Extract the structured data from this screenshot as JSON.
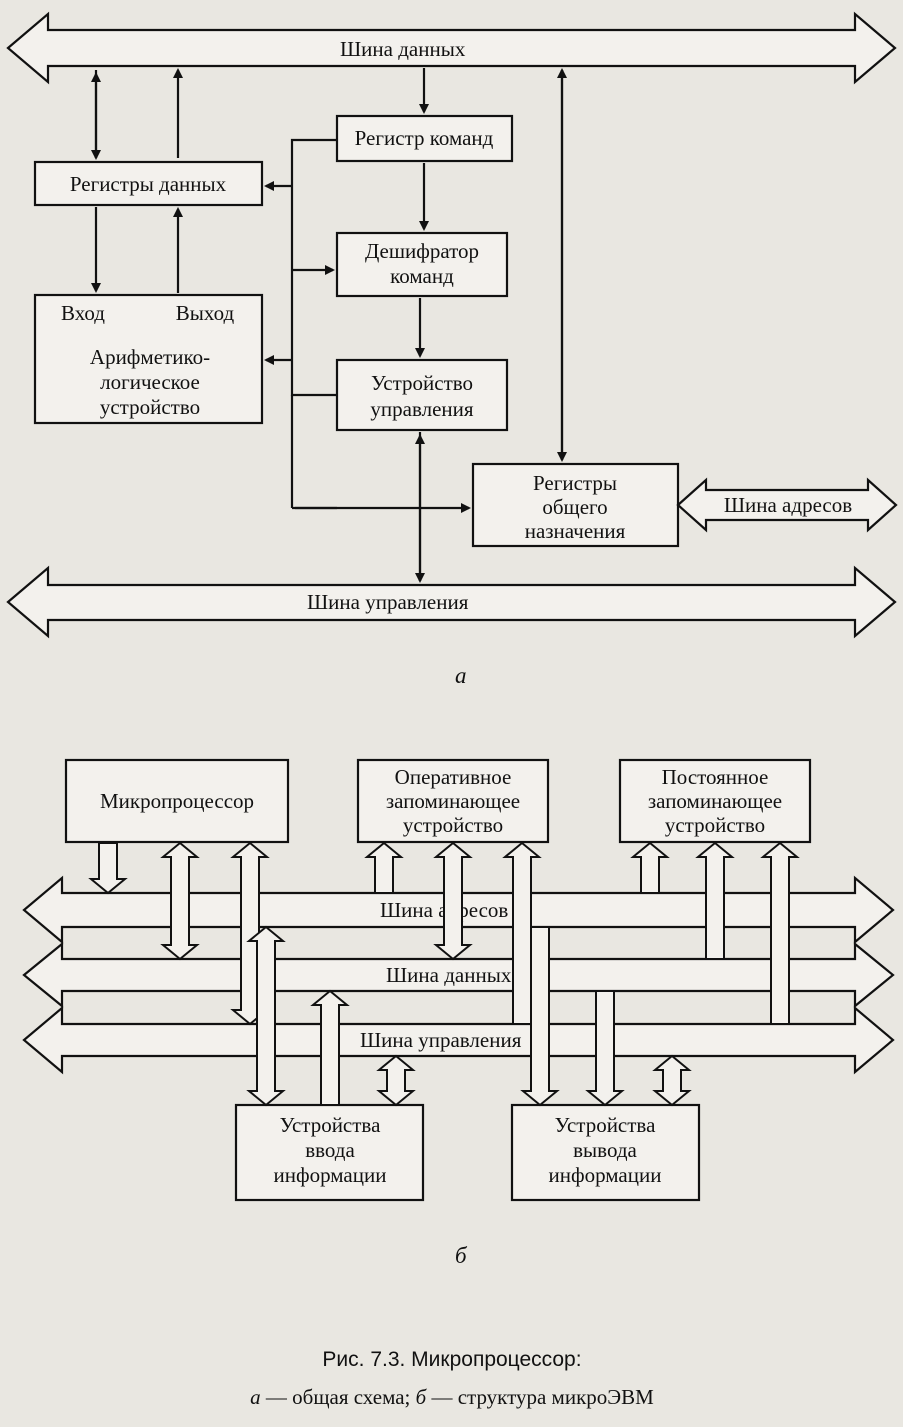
{
  "diagram_a": {
    "data_bus": "Шина данных",
    "instruction_register": "Регистр команд",
    "data_registers": "Регистры данных",
    "instruction_decoder_line1": "Дешифратор",
    "instruction_decoder_line2": "команд",
    "alu_input": "Вход",
    "alu_output": "Выход",
    "alu_line1": "Арифметико-",
    "alu_line2": "логическое",
    "alu_line3": "устройство",
    "control_unit_line1": "Устройство",
    "control_unit_line2": "управления",
    "gpr_line1": "Регистры",
    "gpr_line2": "общего",
    "gpr_line3": "назначения",
    "address_bus": "Шина адресов",
    "control_bus": "Шина управления",
    "label": "а"
  },
  "diagram_b": {
    "microprocessor": "Микропроцессор",
    "ram_line1": "Оперативное",
    "ram_line2": "запоминающее",
    "ram_line3": "устройство",
    "rom_line1": "Постоянное",
    "rom_line2": "запоминающее",
    "rom_line3": "устройство",
    "address_bus": "Шина адресов",
    "data_bus": "Шина данных",
    "control_bus": "Шина управления",
    "input_line1": "Устройства",
    "input_line2": "ввода",
    "input_line3": "информации",
    "output_line1": "Устройства",
    "output_line2": "вывода",
    "output_line3": "информации",
    "label": "б"
  },
  "caption": {
    "title": "Рис. 7.3. Микропроцессор:",
    "legend_a": "а",
    "legend_a_text": " — общая схема; ",
    "legend_b": "б",
    "legend_b_text": " — структура микроЭВМ"
  }
}
